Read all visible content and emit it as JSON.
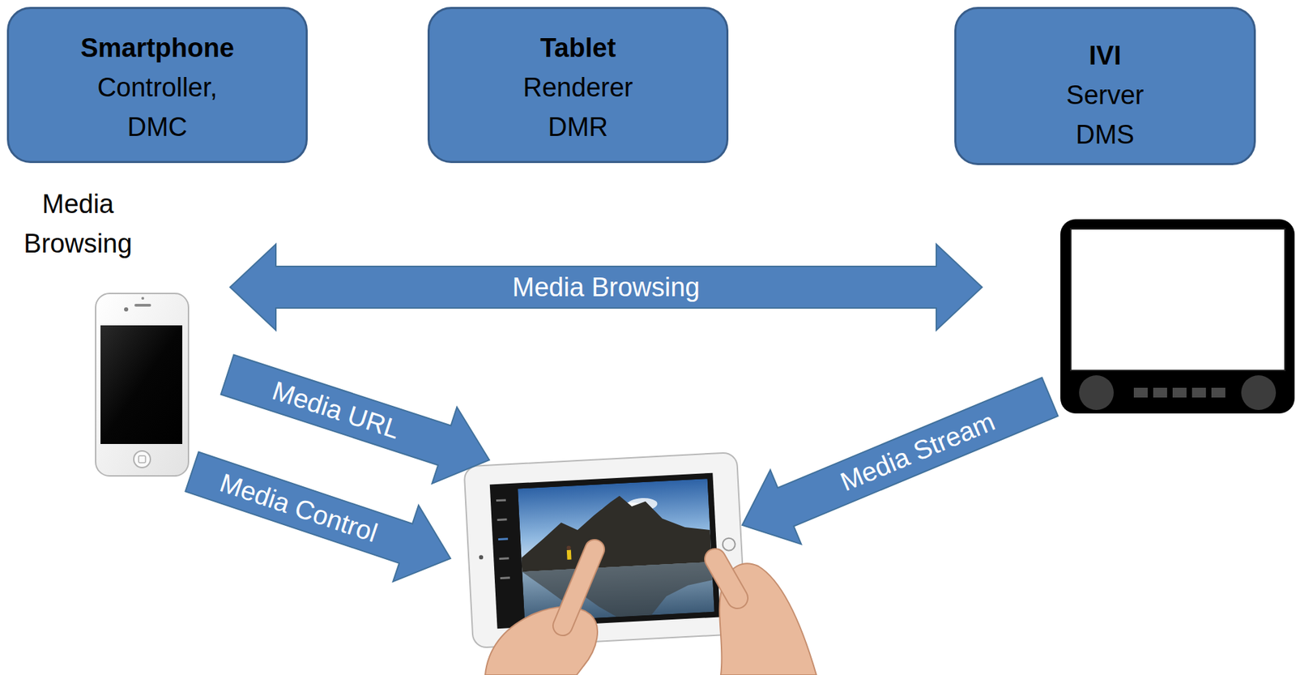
{
  "diagram": {
    "nodes": [
      {
        "text": [
          "Smartphone",
          "Controller, DMC"
        ]
      },
      {
        "text": [
          "Tablet",
          "Renderer DMR"
        ]
      },
      {
        "text": [
          "IVI",
          "Server DMS"
        ]
      }
    ],
    "edges": [
      {
        "from": 0,
        "to": 2,
        "arrow": "both",
        "label": "Media Browsing"
      },
      {
        "from": 0,
        "to": 1,
        "arrow": "to",
        "label": "Media URL"
      },
      {
        "from": 0,
        "to": 1,
        "arrow": "to",
        "label": "Media Control"
      },
      {
        "from": 2,
        "to": 1,
        "arrow": "to",
        "label": "Media Stream"
      }
    ],
    "labels": [
      "Media Browsing"
    ]
  }
}
